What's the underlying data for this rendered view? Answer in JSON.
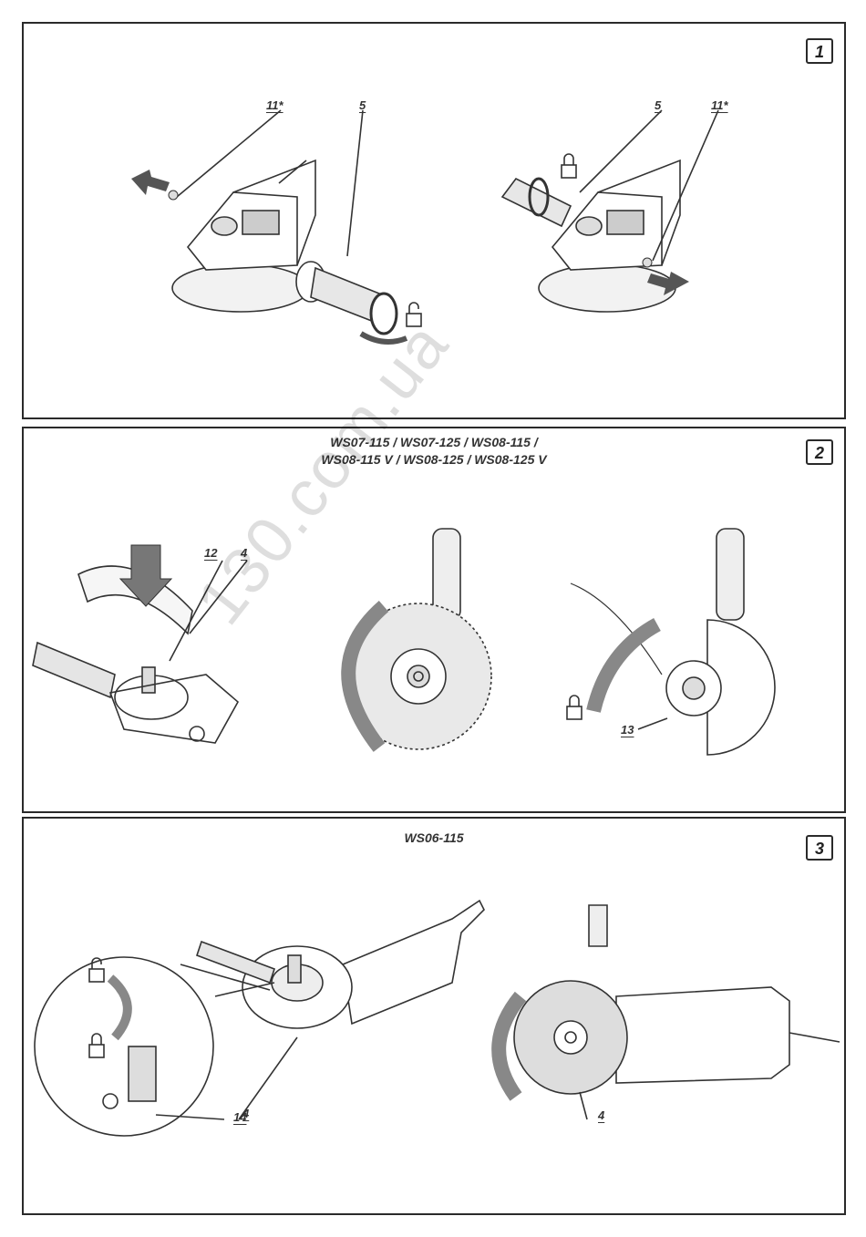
{
  "watermark": "130.com.ua",
  "panels": [
    {
      "number": "1",
      "caption": "",
      "labels": {
        "left_11": "11*",
        "left_5": "5",
        "right_5": "5",
        "right_11": "11*"
      },
      "icons": [
        "arrow-push-icon",
        "unlock-icon",
        "lock-icon",
        "arrow-push-icon"
      ]
    },
    {
      "number": "2",
      "caption_line1": "WS07-115 / WS07-125 / WS08-115 /",
      "caption_line2": "WS08-115 V / WS08-125 / WS08-125 V",
      "labels": {
        "l12": "12",
        "l4": "4",
        "l13": "13"
      },
      "icons": [
        "arrow-down-icon",
        "rotate-arrow-icon",
        "lock-icon"
      ]
    },
    {
      "number": "3",
      "caption": "WS06-115",
      "labels": {
        "l4a": "4",
        "l14": "14",
        "l4b": "4"
      },
      "icons": [
        "unlock-icon",
        "lock-icon",
        "rotate-arrow-icon"
      ]
    }
  ]
}
